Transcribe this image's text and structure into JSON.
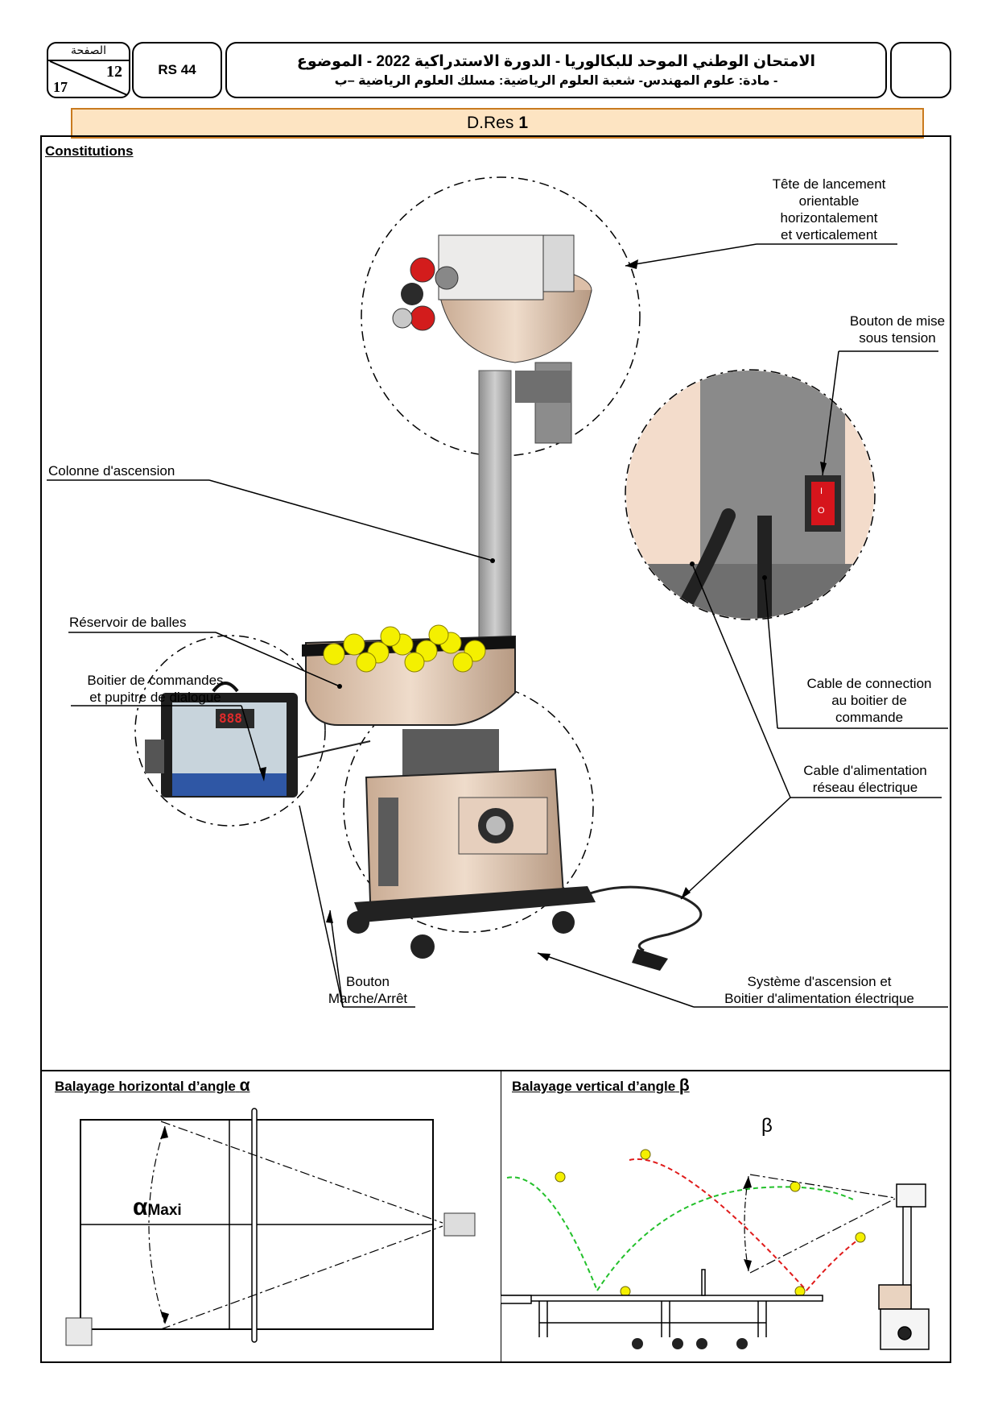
{
  "header": {
    "page_word": "الصفحة",
    "page_current": "12",
    "page_total": "17",
    "code": "RS 44",
    "title_line1": "الامتحان الوطني الموحد للبكالوريا - الدورة الاستدراكية 2022 - الموضوع",
    "title_line2": "- مادة: علوم المهندس- شعبة العلوم الرياضية: مسلك العلوم الرياضية –ب"
  },
  "banner": {
    "prefix": "D.Res",
    "number": "1"
  },
  "section_constitutions": {
    "title": "Constitutions",
    "labels": {
      "tete": [
        "Tête de lancement",
        "orientable",
        "horizontalement",
        "et verticalement"
      ],
      "bouton_tension": [
        "Bouton de mise",
        "sous tension"
      ],
      "colonne": "Colonne d'ascension",
      "reservoir": "Réservoir de balles",
      "boitier_cmd": [
        "Boitier de commandes",
        "et pupitre de dialogue"
      ],
      "cable_connection": [
        "Cable de connection",
        "au boitier de",
        "commande"
      ],
      "cable_alim": [
        "Cable d'alimentation",
        "réseau électrique"
      ],
      "bouton_marche": [
        "Bouton",
        "Marche/Arrêt"
      ],
      "systeme": [
        "Système d'ascension et",
        "Boitier d'alimentation électrique"
      ]
    },
    "switch_marks": [
      "I",
      "O"
    ],
    "display_digits": "888"
  },
  "section_horizontal": {
    "title": "Balayage horizontal d’angle",
    "symbol": "α",
    "angle_label": "α",
    "angle_sub": "Maxi"
  },
  "section_vertical": {
    "title": "Balayage vertical d’angle",
    "symbol": "β",
    "angle_label": "β"
  },
  "colors": {
    "banner_bg": "#fde4c2",
    "banner_border": "#c97a1f",
    "body_tan": "#e9d3c0",
    "ball": "#f4f000",
    "green_path": "#22c02a",
    "red_path": "#e01b1b"
  }
}
